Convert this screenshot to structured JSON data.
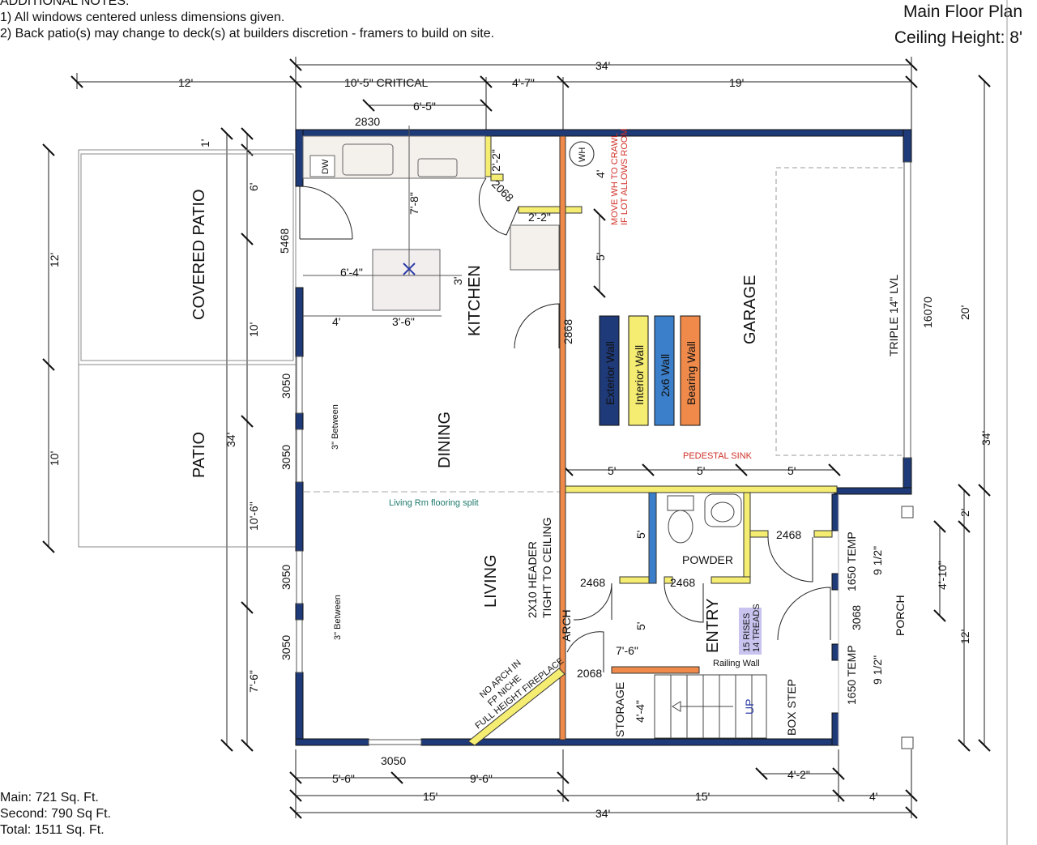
{
  "notes": {
    "heading": "ADDITIONAL NOTES:",
    "items": [
      "1) All windows centered unless dimensions given.",
      "2) Back patio(s) may change to deck(s) at builders discretion - framers to build on site."
    ]
  },
  "title": {
    "plan": "Main Floor Plan",
    "ceiling": "Ceiling Height: 8'"
  },
  "totals": {
    "main": "Main: 721 Sq. Ft.",
    "second": "Second: 790 Sq Ft.",
    "total": "Total: 1511 Sq. Ft."
  },
  "rooms": {
    "covered_patio": "COVERED PATIO",
    "patio": "PATIO",
    "kitchen": "KITCHEN",
    "dining": "DINING",
    "living": "LIVING",
    "garage": "GARAGE",
    "powder": "POWDER",
    "entry": "ENTRY",
    "porch": "PORCH",
    "storage": "STORAGE",
    "box_step": "BOX STEP"
  },
  "legend": [
    {
      "label": "Exterior Wall",
      "color": "#1f3a78"
    },
    {
      "label": "Interior Wall",
      "color": "#f5ec72"
    },
    {
      "label": "2x6 Wall",
      "color": "#3b7ec9"
    },
    {
      "label": "Bearing Wall",
      "color": "#f08a4b"
    }
  ],
  "colors": {
    "exterior": "#1f3a78",
    "interior": "#f5ec72",
    "twobysix": "#3b7ec9",
    "bearing": "#f08a4b",
    "outline": "#222222"
  },
  "dims": {
    "top_34": "34'",
    "top_12": "12'",
    "top_critical": "10'-5\" CRITICAL",
    "top_4_7": "4'-7\"",
    "top_19": "19'",
    "top_6_5": "6'-5\"",
    "window_2830": "2830",
    "dim_1": "1'",
    "dim_6": "6'",
    "dim_5468": "5468",
    "dim_12_left": "12'",
    "dim_10": "10'",
    "dim_3050_a": "3050",
    "dim_3050_b": "3050",
    "dim_34_left": "34'",
    "dim_10_left": "10'",
    "dim_10_6": "10'-6\"",
    "dim_3050_c": "3050",
    "dim_3050_d": "3050",
    "dim_7_6_left": "7'-6\"",
    "between_1": "3\" Between",
    "between_2": "3\" Between",
    "dim_7_8": "7'-8\"",
    "dim_6_4": "6'-4\"",
    "dim_3": "3'",
    "dim_4": "4'",
    "dim_3_6": "3'-6\"",
    "dim_2_2_a": "2'-2\"",
    "door_2068_a": "2068",
    "dim_2_2_b": "2'-2\"",
    "wh": "WH",
    "dim_4_wh": "4'",
    "dim_5_wh": "5'",
    "door_2868": "2868",
    "triple": "TRIPLE 14\" LVL",
    "door_16070": "16070",
    "dim_20": "20'",
    "dim_34_right": "34'",
    "dim_5_a": "5'",
    "dim_5_b": "5'",
    "dim_5_c": "5'",
    "dim_2": "2'",
    "door_2468_a": "2468",
    "door_2468_b": "2468",
    "door_2468_c": "2468",
    "dim_5_powder": "5'",
    "dim_5_entry": "5'",
    "header": "2X10 HEADER",
    "header2": "TIGHT TO CEILING",
    "arch": "ARCH",
    "dim_7_6_mid": "7'-6\"",
    "door_2068_b": "2068",
    "railing": "Railing Wall",
    "rises": "15 RISES",
    "treads": "14 TREADS",
    "up": "UP",
    "dim_4_4": "4'-4\"",
    "temp_a": "1650 TEMP",
    "temp_b": "1650 TEMP",
    "dim_9_half_a": "9 1/2\"",
    "dim_9_half_b": "9 1/2\"",
    "door_3068": "3068",
    "dim_4_10": "4'-10\"",
    "dim_12_right": "12'",
    "no_arch": "NO ARCH IN",
    "fp_niche": "FP NICHE",
    "fireplace": "FULL HEIGHT FIREPLACE",
    "window_3050_bottom": "3050",
    "bottom_5_6": "5'-6\"",
    "bottom_9_6": "9'-6\"",
    "bottom_15_a": "15'",
    "bottom_15_b": "15'",
    "bottom_4": "4'",
    "bottom_4_2": "4'-2\"",
    "bottom_34": "34'",
    "dw": "DW"
  },
  "annotations": {
    "move_wh": "MOVE WH TO CRAWL",
    "if_lot": "IF LOT ALLOWS ROOM",
    "pedestal": "PEDESTAL SINK",
    "flooring": "Living Rm flooring split"
  }
}
